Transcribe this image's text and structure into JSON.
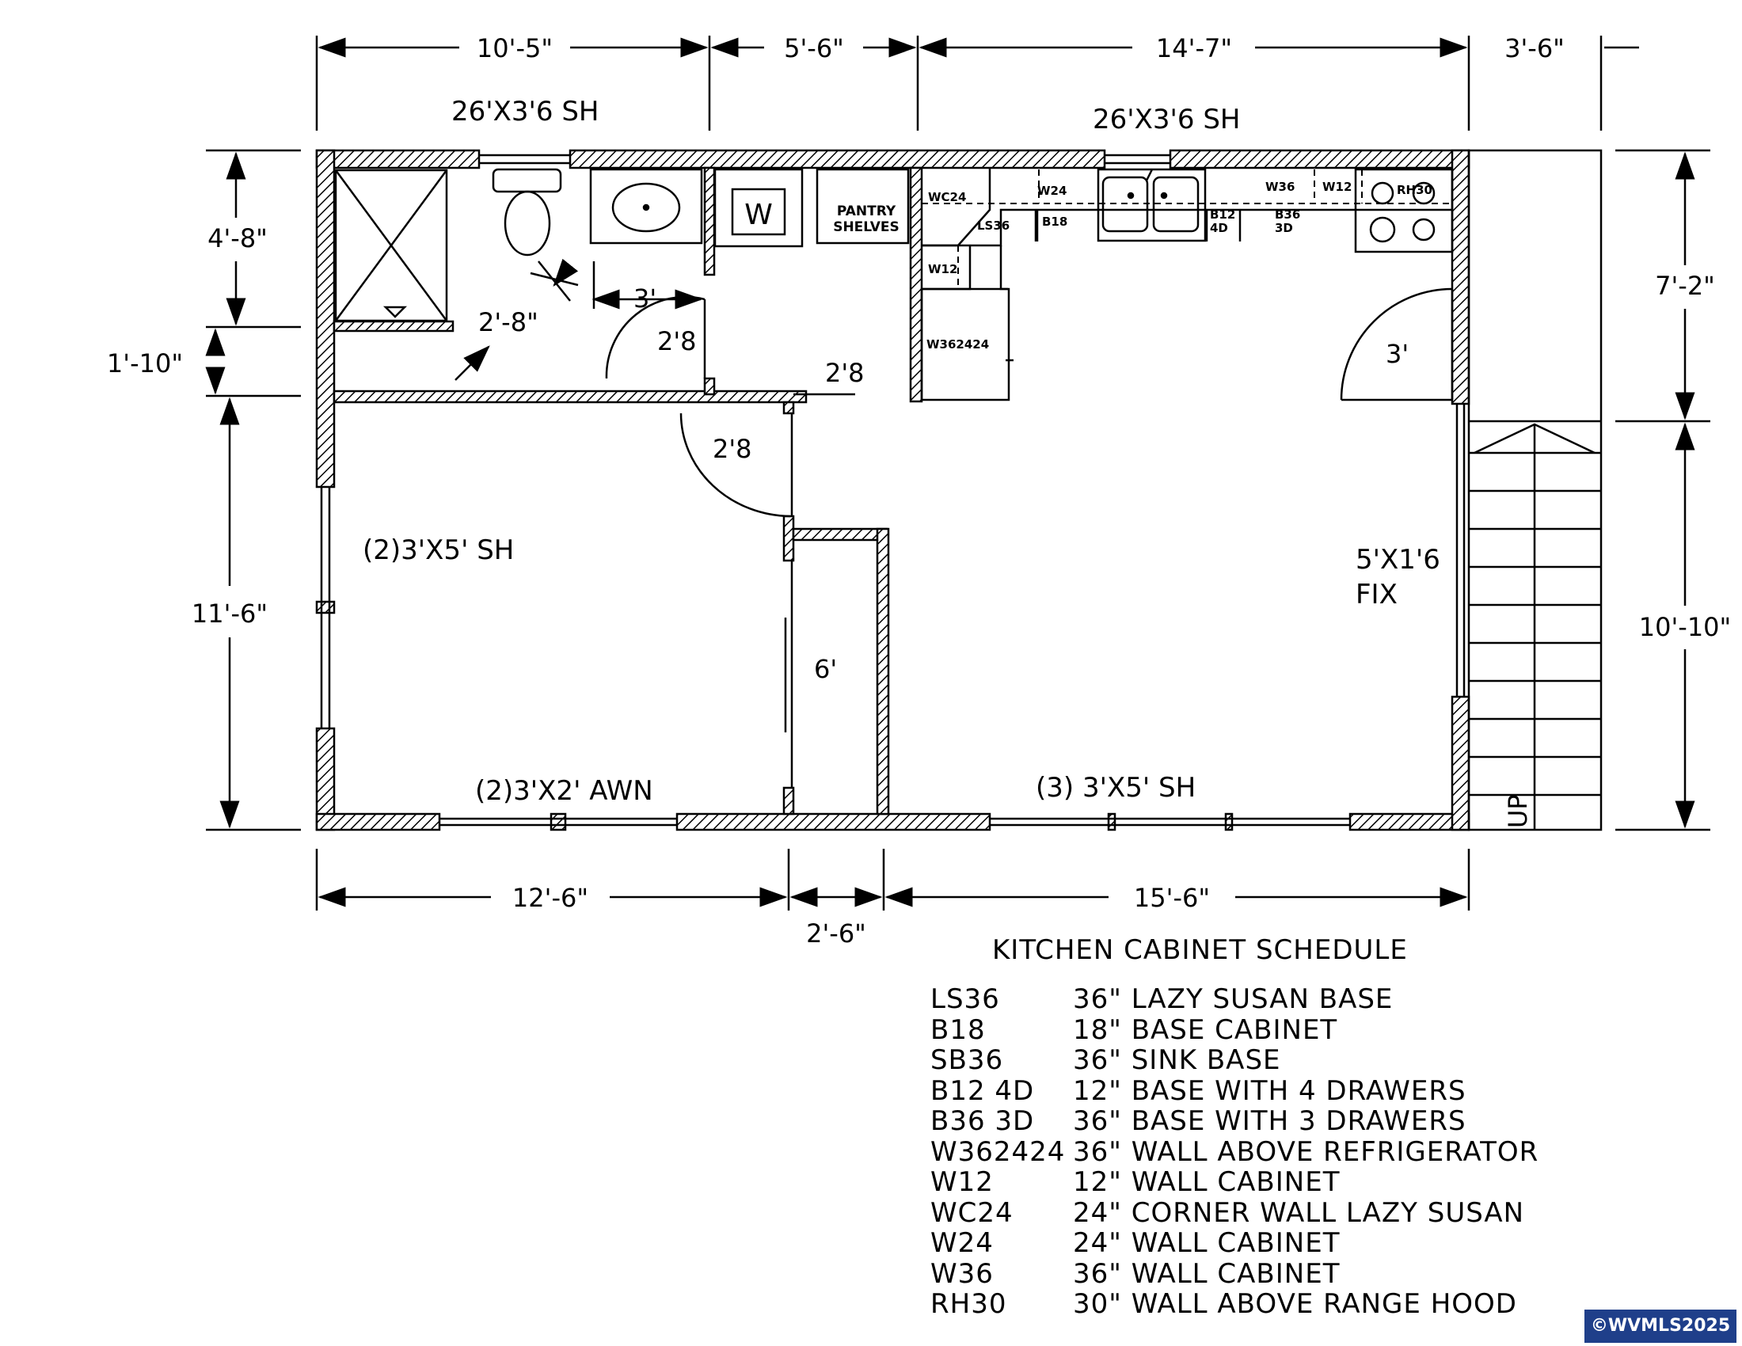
{
  "dimensions": {
    "top": [
      "10'-5\"",
      "5'-6\"",
      "14'-7\"",
      "3'-6\""
    ],
    "bottom": [
      "12'-6\"",
      "2'-6\"",
      "15'-6\""
    ],
    "left": [
      "4'-8\"",
      "1'-10\"",
      "11'-6\""
    ],
    "right": [
      "7'-2\"",
      "10'-10\""
    ]
  },
  "windows": {
    "top_left": "26'X3'6 SH",
    "top_right": "26'X3'6 SH",
    "left_wall": "(2)3'X5' SH",
    "bottom_left": "(2)3'X2' AWN",
    "bottom_right": "(3) 3'X5' SH",
    "right_fixed": "5'X1'6\nFIX"
  },
  "doors": {
    "bath_opening": "2'-8\"",
    "laundry_clear": "3'",
    "bath_door": "2'8",
    "hall_opening": "2'8",
    "bedroom_door": "2'8",
    "entry_door": "3'",
    "closet": "6'"
  },
  "rooms": {
    "pantry": "PANTRY\nSHELVES",
    "washer": "W",
    "stair": "UP"
  },
  "cabinets": {
    "wc24": "WC24",
    "w24": "W24",
    "ls36": "LS36",
    "b18": "B18",
    "w36": "W36",
    "w12_top": "W12",
    "rh30": "RH30",
    "b12": "B12\n4D",
    "b36": "B36\n3D",
    "w12_side": "W12",
    "w362424": "W362424"
  },
  "schedule": {
    "title": "KITCHEN  CABINET  SCHEDULE",
    "rows": [
      {
        "code": "LS36",
        "desc": "36\"  LAZY  SUSAN  BASE"
      },
      {
        "code": "B18",
        "desc": "18\"  BASE  CABINET"
      },
      {
        "code": "SB36",
        "desc": "36\"  SINK  BASE"
      },
      {
        "code": "B12  4D",
        "desc": "12\"  BASE  WITH  4  DRAWERS"
      },
      {
        "code": "B36  3D",
        "desc": "36\"  BASE  WITH  3  DRAWERS"
      },
      {
        "code": "W362424",
        "desc": "36\"  WALL  ABOVE  REFRIGERATOR"
      },
      {
        "code": "W12",
        "desc": "12\"  WALL  CABINET"
      },
      {
        "code": "WC24",
        "desc": "24\"  CORNER  WALL  LAZY  SUSAN"
      },
      {
        "code": "W24",
        "desc": "24\"  WALL  CABINET"
      },
      {
        "code": "W36",
        "desc": "36\"  WALL  CABINET"
      },
      {
        "code": "RH30",
        "desc": "30\"  WALL  ABOVE  RANGE  HOOD"
      }
    ]
  },
  "watermark": "©WVMLS2025"
}
